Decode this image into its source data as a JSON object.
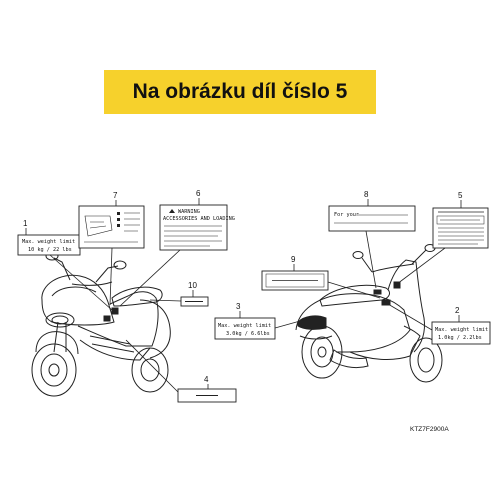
{
  "banner": {
    "title": "Na obrázku díl číslo 5",
    "color": "#f6d12c"
  },
  "figure_code": "KTZ7F2900A",
  "callouts": [
    "1",
    "2",
    "3",
    "4",
    "5",
    "6",
    "7",
    "8",
    "9",
    "10"
  ],
  "labels": {
    "l1_line1": "Max. weight limit",
    "l1_line2": "10 kg  /  22 lbs",
    "l2_line1": "Max. weight limit",
    "l2_line2": "1.0kg  /  2.2lbs",
    "l3_line1": "Max. weight limit",
    "l3_line2": "3.0kg  /  6.6lbs",
    "l6_line1": "WARNING",
    "l6_line2": "ACCESSORIES AND LOADING",
    "l8_line1": "For your"
  }
}
